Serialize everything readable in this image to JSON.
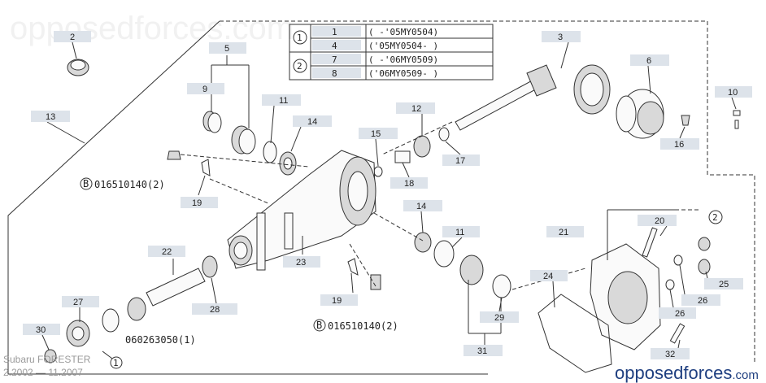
{
  "watermark_top": "opposedforces.com",
  "watermark_bottom": {
    "brand": "opposedforces",
    "tld": ".com"
  },
  "model": {
    "name": "Subaru FORESTER",
    "years": "2.2002 — 11.2007"
  },
  "table": [
    {
      "key": "1",
      "rows": [
        {
          "ref": "1",
          "range": "(    -'05MY0504)"
        },
        {
          "ref": "4",
          "range": "('05MY0504-     )"
        }
      ]
    },
    {
      "key": "2",
      "rows": [
        {
          "ref": "7",
          "range": "(    -'06MY0509)"
        },
        {
          "ref": "8",
          "range": "('06MY0509-     )"
        }
      ]
    }
  ],
  "callouts": [
    "2",
    "3",
    "5",
    "6",
    "9",
    "10",
    "11",
    "12",
    "13",
    "14",
    "15",
    "16",
    "17",
    "18",
    "19",
    "14",
    "11",
    "20",
    "21",
    "22",
    "23",
    "19",
    "24",
    "25",
    "26",
    "26",
    "27",
    "28",
    "29",
    "30",
    "31",
    "32"
  ],
  "part_numbers": {
    "bolt_a": "016510140(2)",
    "bolt_b": "016510140(2)",
    "bearing": "060263050(1)"
  },
  "circled_refs": {
    "table_1": "1",
    "table_2": "2",
    "near_27": "1",
    "near_20": "2"
  },
  "colors": {
    "label_box": "#dde3ea",
    "line": "#333333",
    "brand": "#1f3f80"
  }
}
